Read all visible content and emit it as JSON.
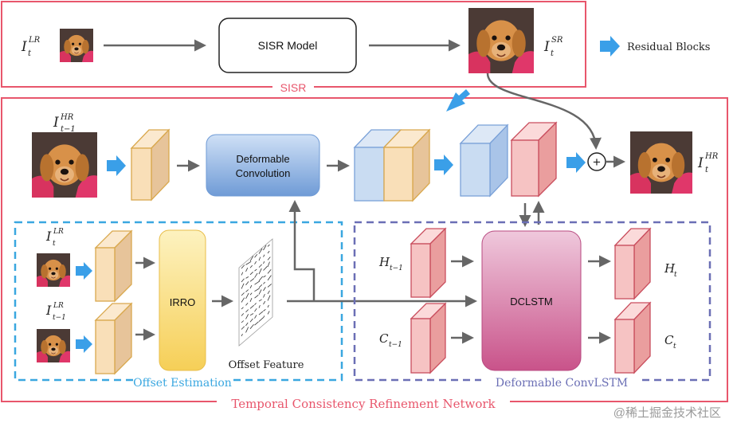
{
  "sisr_row": {
    "input_label": "I",
    "input_sup": "LR",
    "input_sub": "t",
    "model_label": "SISR Model",
    "output_label": "I",
    "output_sup": "SR",
    "output_sub": "t",
    "section_label": "SISR"
  },
  "legend": {
    "label": "Residual Blocks"
  },
  "trn": {
    "prev_hr_label": "I",
    "prev_hr_sup": "HR",
    "prev_hr_sub": "t−1",
    "deform_conv_line1": "Deformable",
    "deform_conv_line2": "Convolution",
    "out_hr_label": "I",
    "out_hr_sup": "HR",
    "out_hr_sub": "t",
    "plus_symbol": "+",
    "section_label": "Temporal Consistency Refinement Network"
  },
  "offset": {
    "in1_label": "I",
    "in1_sup": "LR",
    "in1_sub": "t",
    "in2_label": "I",
    "in2_sup": "LR",
    "in2_sub": "t−1",
    "irro_label": "IRRO",
    "feature_label": "Offset Feature",
    "section_label": "Offset Estimation"
  },
  "convlstm": {
    "h_prev": "H",
    "h_prev_sub": "t−1",
    "c_prev": "C",
    "c_prev_sub": "t−1",
    "dclstm_label": "DCLSTM",
    "h_out": "H",
    "h_out_sub": "t",
    "c_out": "C",
    "c_out_sub": "t",
    "section_label": "Deformable ConvLSTM"
  },
  "watermark": "@稀土掘金技术社区",
  "colors": {
    "sisr_border": "#e8566c",
    "trn_border": "#e8566c",
    "offset_border": "#3aa7e0",
    "convlstm_border": "#6b6fb5",
    "orange_block": "#f9dfb8",
    "blue_block": "#c9dcf2",
    "pink_block": "#f6c3c3",
    "arrow_blue": "#3a9fe8",
    "arrow_gray": "#666666"
  }
}
